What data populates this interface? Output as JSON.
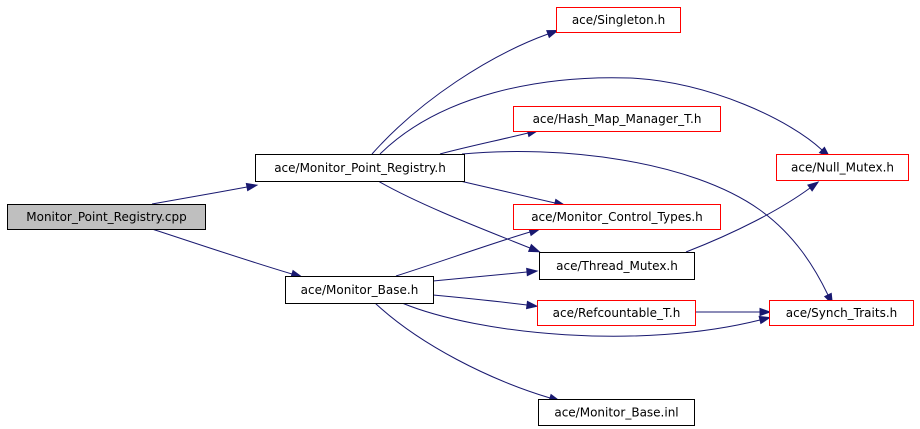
{
  "colors": {
    "root_fill": "#bfbfbf",
    "default_border": "#000000",
    "truncated_border": "#ff0000",
    "edge": "#191970"
  },
  "nodes": [
    {
      "id": "root",
      "label": "Monitor_Point_Registry.cpp",
      "style": "root"
    },
    {
      "id": "mpr",
      "label": "ace/Monitor_Point_Registry.h",
      "style": "default"
    },
    {
      "id": "mb",
      "label": "ace/Monitor_Base.h",
      "style": "default"
    },
    {
      "id": "singleton",
      "label": "ace/Singleton.h",
      "style": "truncated"
    },
    {
      "id": "hashmap",
      "label": "ace/Hash_Map_Manager_T.h",
      "style": "truncated"
    },
    {
      "id": "mct",
      "label": "ace/Monitor_Control_Types.h",
      "style": "truncated"
    },
    {
      "id": "tm",
      "label": "ace/Thread_Mutex.h",
      "style": "default"
    },
    {
      "id": "refc",
      "label": "ace/Refcountable_T.h",
      "style": "truncated"
    },
    {
      "id": "mbinl",
      "label": "ace/Monitor_Base.inl",
      "style": "default"
    },
    {
      "id": "nullmutex",
      "label": "ace/Null_Mutex.h",
      "style": "truncated"
    },
    {
      "id": "synch",
      "label": "ace/Synch_Traits.h",
      "style": "truncated"
    }
  ],
  "edges": [
    {
      "from": "root",
      "to": "mpr"
    },
    {
      "from": "root",
      "to": "mb"
    },
    {
      "from": "mpr",
      "to": "singleton"
    },
    {
      "from": "mpr",
      "to": "nullmutex"
    },
    {
      "from": "mpr",
      "to": "hashmap"
    },
    {
      "from": "mpr",
      "to": "mct"
    },
    {
      "from": "mpr",
      "to": "tm"
    },
    {
      "from": "mpr",
      "to": "synch"
    },
    {
      "from": "mb",
      "to": "mct"
    },
    {
      "from": "mb",
      "to": "tm"
    },
    {
      "from": "mb",
      "to": "refc"
    },
    {
      "from": "mb",
      "to": "synch"
    },
    {
      "from": "mb",
      "to": "mbinl"
    },
    {
      "from": "tm",
      "to": "nullmutex"
    },
    {
      "from": "refc",
      "to": "synch"
    }
  ]
}
